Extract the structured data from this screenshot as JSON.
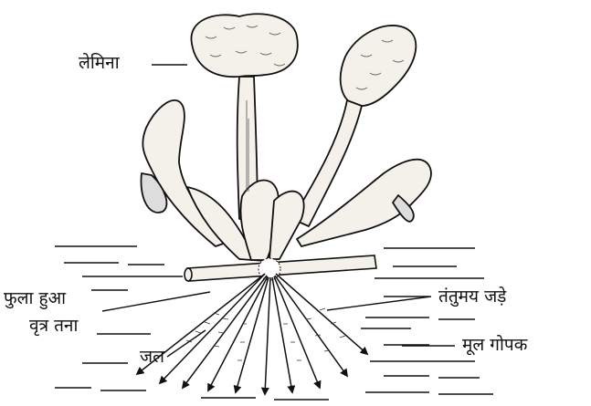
{
  "diagram": {
    "labels": {
      "lamina": "लेमिना",
      "swollen_stem_line1": "फुला हुआ",
      "swollen_stem_line2": "वृत्र तना",
      "water": "जल",
      "fibrous_roots": "तंतुमय जड़े",
      "root_pocket": "मूल गोपक"
    },
    "colors": {
      "ink": "#111111",
      "leaf_fill": "#f4f1ea",
      "background": "#ffffff"
    }
  }
}
